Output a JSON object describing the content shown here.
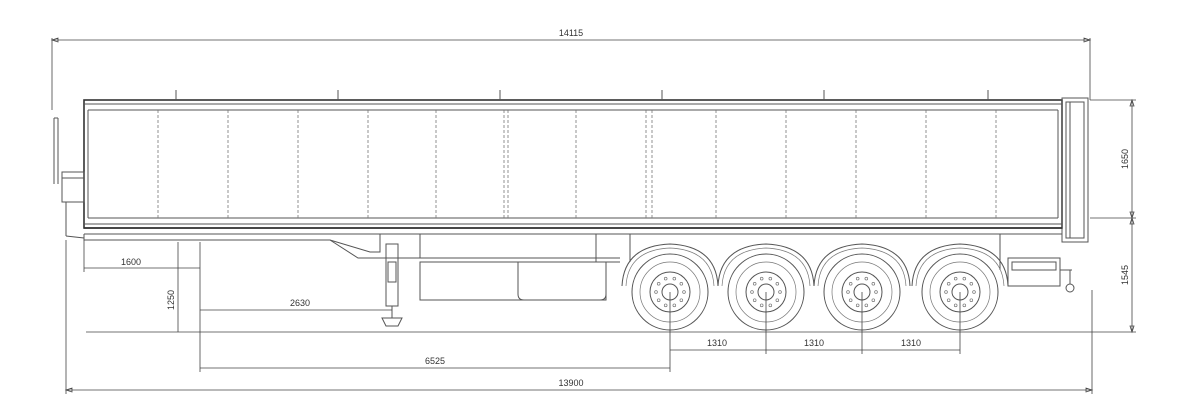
{
  "dimensions": {
    "overall_length_top": "14115",
    "overall_length_bottom": "13900",
    "body_height": "1650",
    "chassis_height": "1545",
    "front_overhang": "1600",
    "coupling_height": "1250",
    "kingpin_to_landing_gear": "2630",
    "kingpin_to_first_axle": "6525",
    "axle_spacing_1": "1310",
    "axle_spacing_2": "1310",
    "axle_spacing_3": "1310"
  },
  "colors": {
    "stroke": "#555555",
    "background": "#ffffff"
  }
}
